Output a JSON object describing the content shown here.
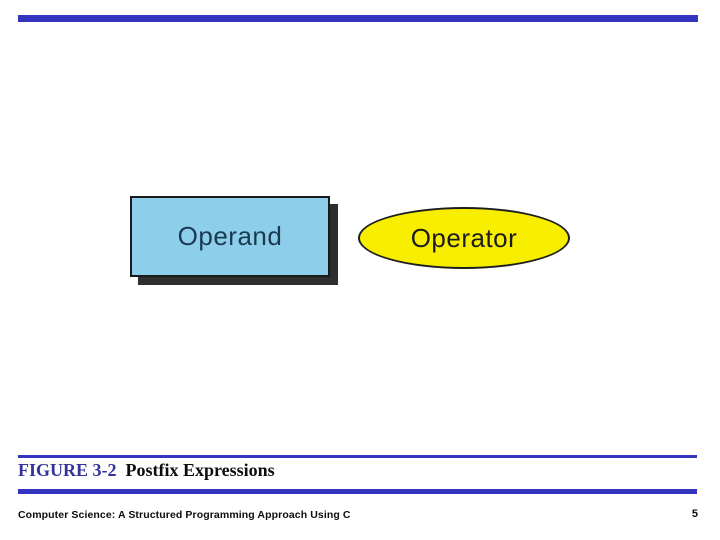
{
  "slide": {
    "shapes": {
      "operand_label": "Operand",
      "operator_label": "Operator"
    },
    "caption": {
      "figure_label": "FIGURE 3-2",
      "figure_title": "Postfix Expressions"
    },
    "footer": {
      "book_title": "Computer Science: A Structured Programming Approach Using C",
      "page_number": "5"
    },
    "colors": {
      "rule_bar_blue": "#3434bf",
      "figure_label_blue": "#333399",
      "operand_fill": "#8dceea",
      "operand_border": "#1a1a1a",
      "operand_text": "#1b3a52",
      "operand_shadow": "#2e2e2e",
      "operator_fill": "#f8ee00",
      "operator_border": "#1f1f1f",
      "operator_text": "#1c1c1c"
    }
  }
}
